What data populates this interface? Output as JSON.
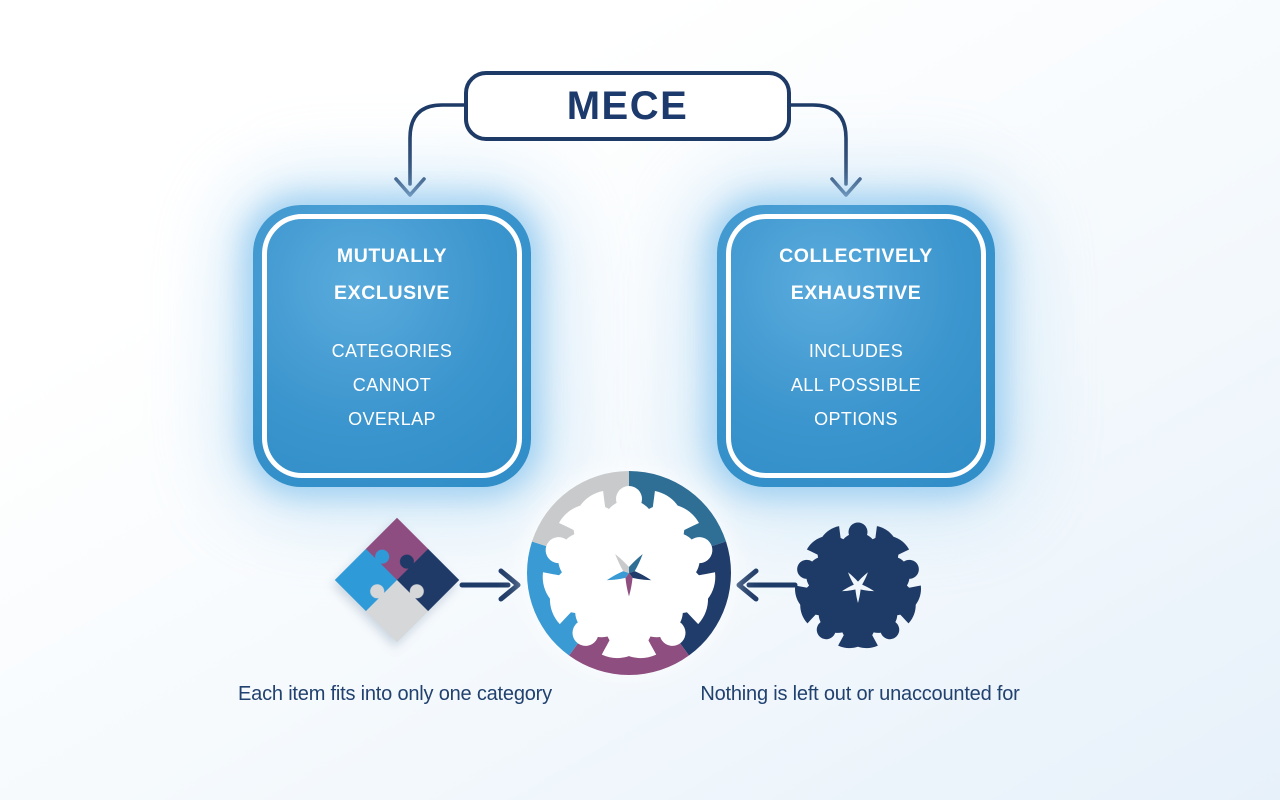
{
  "header": {
    "title": "MECE"
  },
  "boxes": {
    "left": {
      "title_lines": [
        "MUTUALLY",
        "EXCLUSIVE"
      ],
      "body_lines": [
        "CATEGORIES",
        "CANNOT",
        "OVERLAP"
      ]
    },
    "right": {
      "title_lines": [
        "COLLECTIVELY",
        "EXHAUSTIVE"
      ],
      "body_lines": [
        "INCLUDES",
        "ALL POSSIBLE",
        "OPTIONS"
      ]
    }
  },
  "captions": {
    "left": "Each item fits into only one category",
    "right": "Nothing is left out or unaccounted for"
  },
  "icons": {
    "puzzle": "puzzle-pieces-icon",
    "pie_people": "diversity-wheel-icon",
    "people_circle": "people-unity-icon",
    "arrow_down_left": "curved-arrow-down-icon",
    "arrow_down_right": "curved-arrow-down-icon",
    "arrow_right": "arrow-right-icon",
    "arrow_left": "arrow-left-icon"
  },
  "colors": {
    "navy": "#1e3a66",
    "title_text": "#1c3a6b",
    "caption_text": "#21416f",
    "box_fill_light": "#5aabdc",
    "box_fill": "#3a94cd",
    "box_rim": "#2f8cc6",
    "background_end": "#e7f1fa",
    "pie": {
      "steel_blue": "#2f6e95",
      "navy": "#1f3c6a",
      "purple": "#8e4e7f",
      "light_blue": "#3a9ad4",
      "gray": "#c9cacc"
    },
    "puzzle": {
      "top": "#8e4d80",
      "right": "#203a68",
      "left": "#2f9ad8",
      "bottom": "#d5d7d9"
    }
  }
}
